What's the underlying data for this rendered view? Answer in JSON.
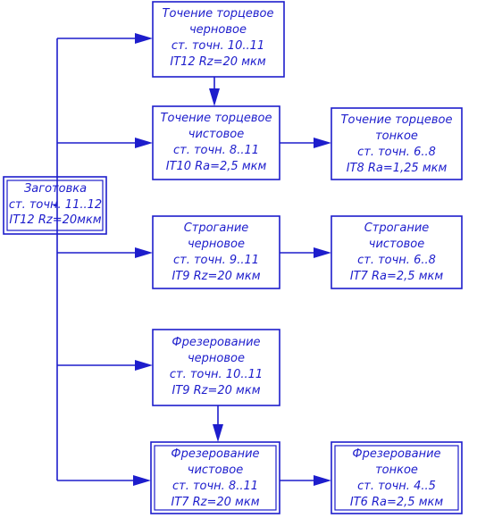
{
  "diagram": {
    "blank": {
      "lines": [
        "Заготовка",
        "ст. точн. 11..12",
        "IT12 Rz=20мкм"
      ]
    },
    "nodes": [
      {
        "id": "facing-rough",
        "lines": [
          "Точение торцевое",
          "черновое",
          "ст. точн. 10..11",
          "IT12 Rz=20 мкм"
        ]
      },
      {
        "id": "facing-finish",
        "lines": [
          "Точение торцевое",
          "чистовое",
          "ст. точн. 8..11",
          "IT10 Ra=2,5 мкм"
        ]
      },
      {
        "id": "facing-fine",
        "lines": [
          "Точение торцевое",
          "тонкое",
          "ст. точн. 6..8",
          "IT8 Ra=1,25 мкм"
        ]
      },
      {
        "id": "planing-rough",
        "lines": [
          "Строгание",
          "черновое",
          "ст. точн. 9..11",
          "IT9 Rz=20 мкм"
        ]
      },
      {
        "id": "planing-finish",
        "lines": [
          "Строгание",
          "чистовое",
          "ст. точн. 6..8",
          "IT7 Ra=2,5 мкм"
        ]
      },
      {
        "id": "milling-rough",
        "lines": [
          "Фрезерование",
          "черновое",
          "ст. точн. 10..11",
          "IT9 Rz=20 мкм"
        ]
      },
      {
        "id": "milling-finish",
        "lines": [
          "Фрезерование",
          "чистовое",
          "ст. точн. 8..11",
          "IT7 Rz=20 мкм"
        ]
      },
      {
        "id": "milling-fine",
        "lines": [
          "Фрезерование",
          "тонкое",
          "ст. точн. 4..5",
          "IT6 Ra=2,5 мкм"
        ]
      }
    ]
  }
}
